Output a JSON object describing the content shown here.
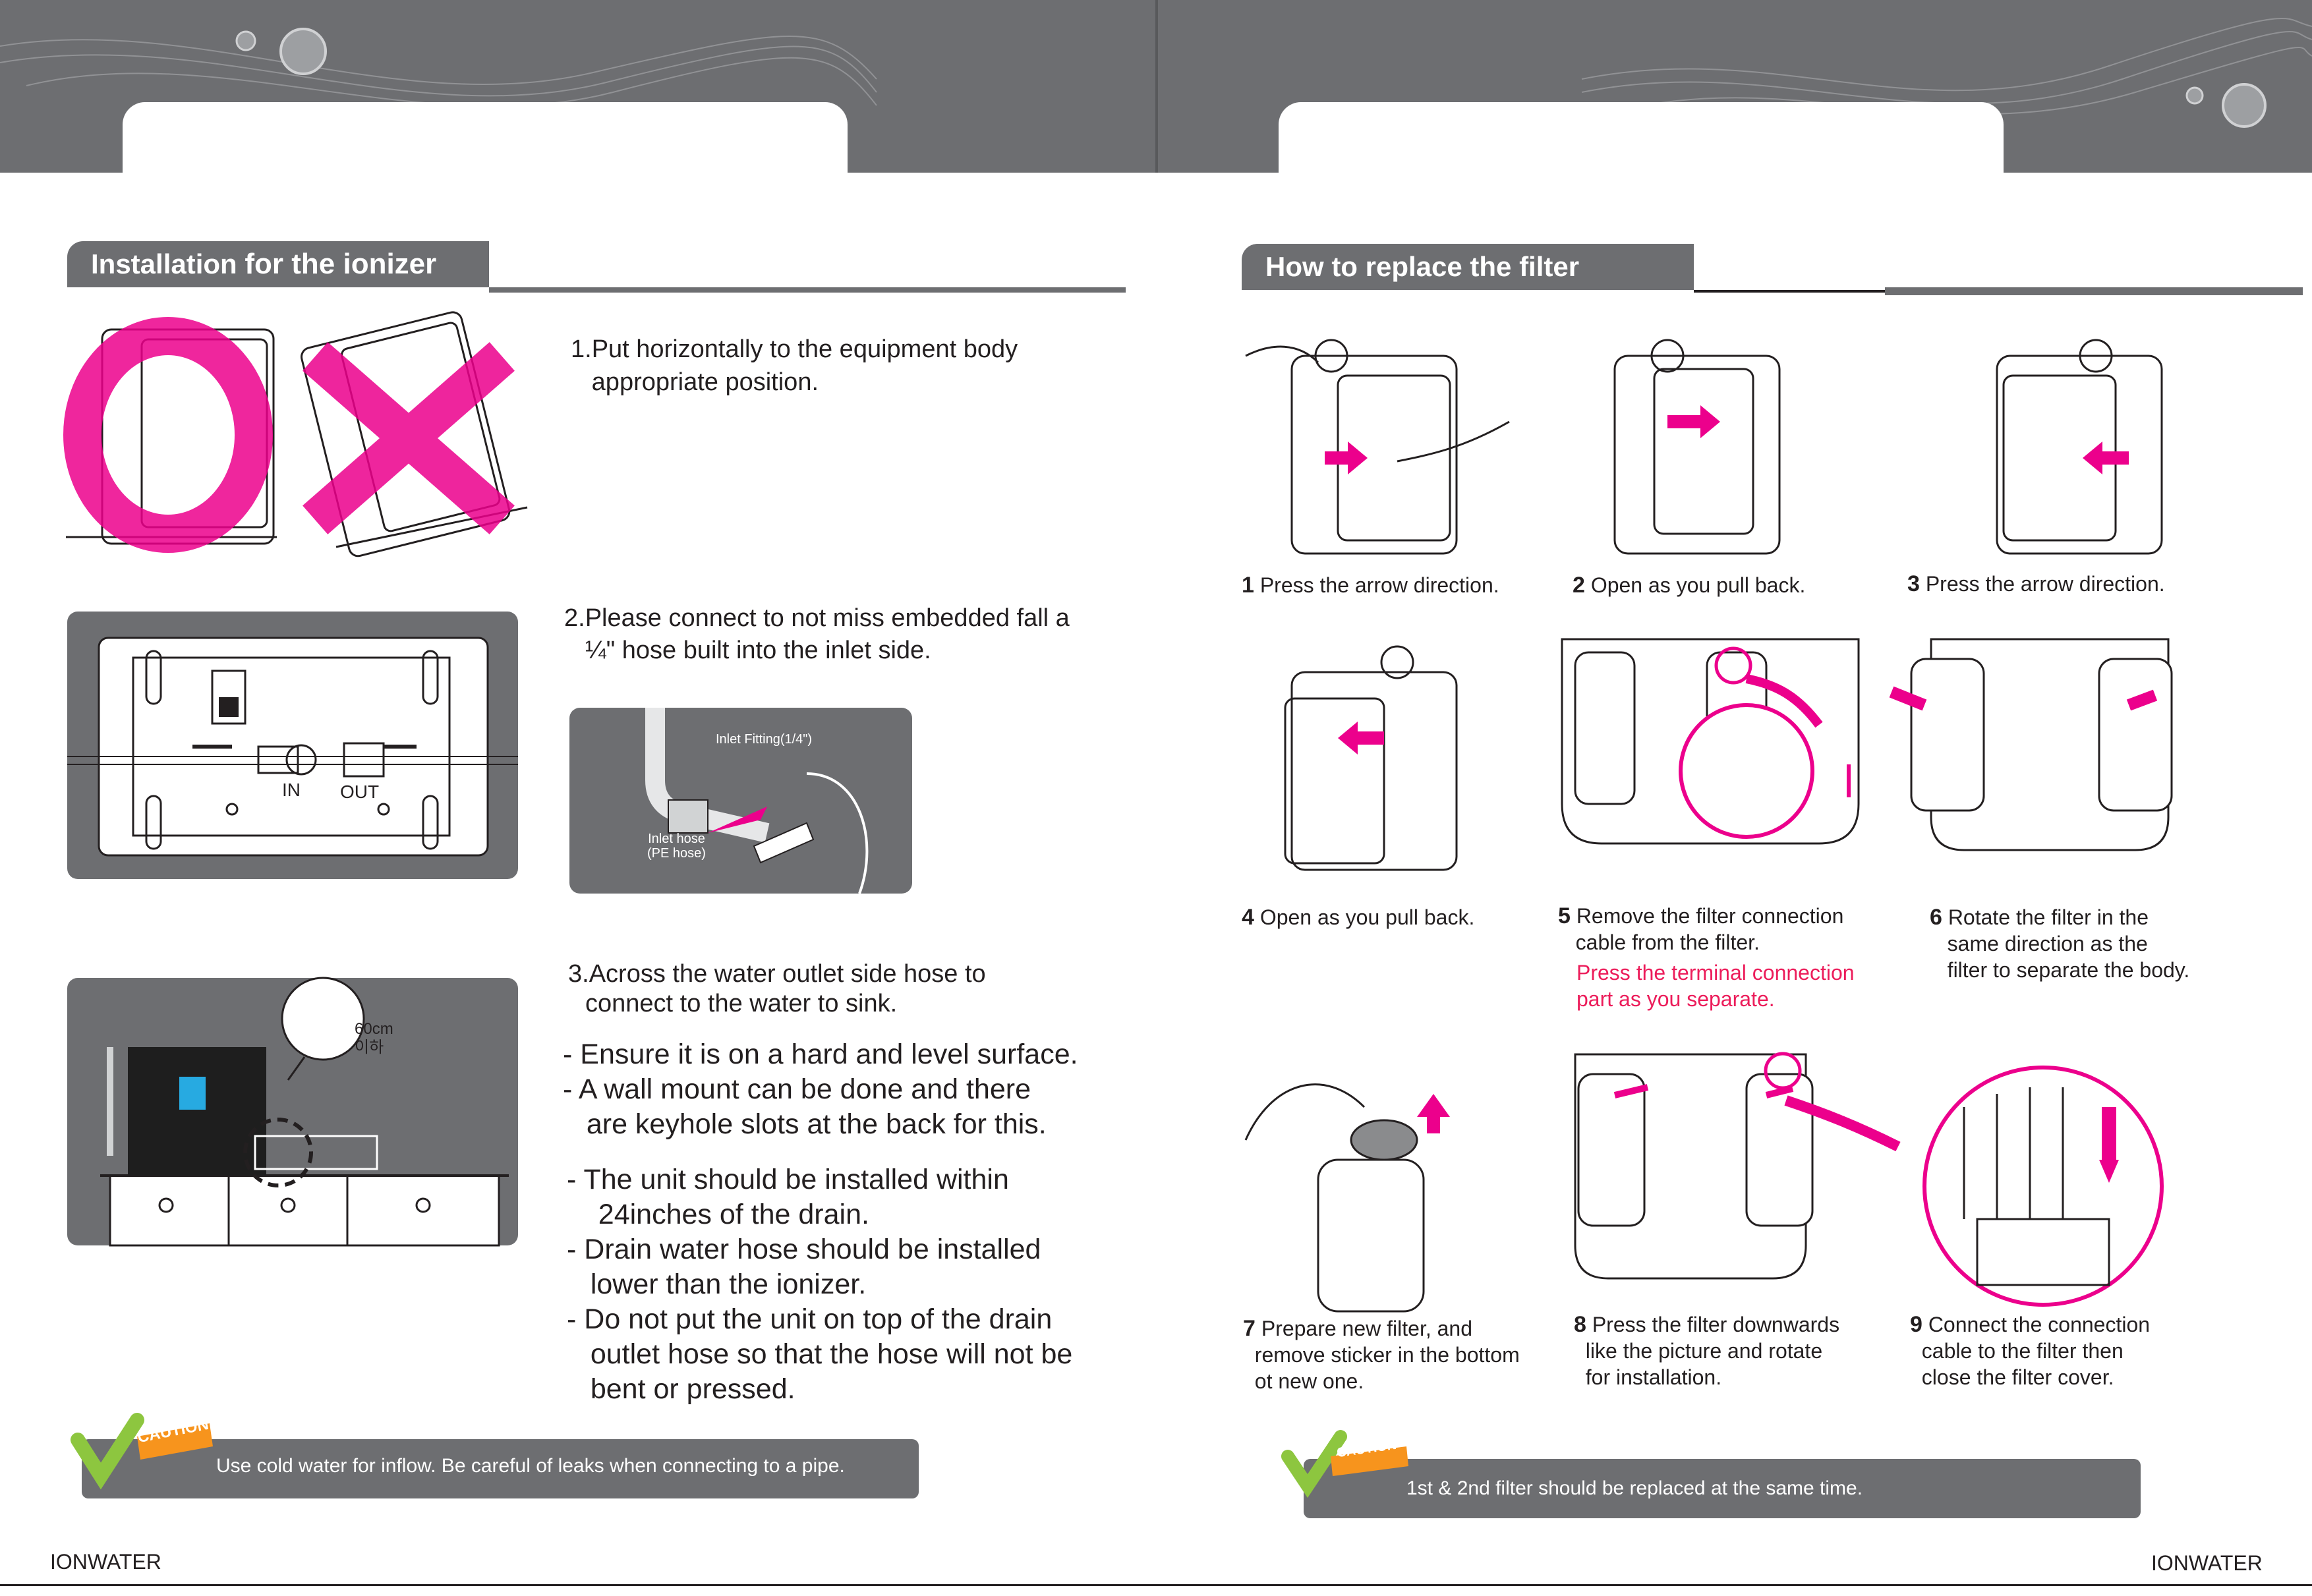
{
  "left": {
    "section_title_bold": "Installation",
    "section_title_rest": "for the ionizer",
    "step1": "1.Put horizontally to the equipment body\n   appropriate position.",
    "step2_line1": "2.Please connect to not miss embedded fall a",
    "step2_line2": "¼\" hose built into the inlet side.",
    "panel_in_label": "IN",
    "panel_out_label": "OUT",
    "inlet_fitting_label": "Inlet Fitting(1/4\")",
    "inlet_hose_label": "Inlet hose\n(PE hose)",
    "step3_line1": "3.Across the water outlet side hose to",
    "step3_line2": "connect to the water to sink.",
    "distance_label": "60cm\n이하",
    "bullets_a": "- Ensure it is on a hard and level surface.\n- A wall mount can be done and there\n   are keyhole slots at the back for this.",
    "bullets_b": "- The unit should be installed within\n    24inches of the drain.\n- Drain water hose should be installed\n   lower than the ionizer.\n- Do not put the unit on top of the drain\n   outlet hose so that the hose will not be\n   bent or pressed.",
    "caution_badge": "CAUTION",
    "caution_text": "Use cold water for inflow. Be careful of leaks when connecting to a pipe.",
    "footer": "IONWATER"
  },
  "right": {
    "section_title": "How to replace the filter",
    "steps": [
      {
        "num": "1",
        "text": "Press the arrow direction."
      },
      {
        "num": "2",
        "text": "Open as you pull back."
      },
      {
        "num": "3",
        "text": "Press the arrow direction."
      },
      {
        "num": "4",
        "text": "Open as you pull back."
      },
      {
        "num": "5",
        "text": "Remove the filter connection\n   cable from the filter.",
        "red": "Press the terminal connection\npart as you separate."
      },
      {
        "num": "6",
        "text": "Rotate the filter in the\n   same direction as the\n   filter to separate the body."
      },
      {
        "num": "7",
        "text": "Prepare new filter, and\n  remove sticker in the bottom\n  ot new one."
      },
      {
        "num": "8",
        "text": "Press the filter downwards\n  like the picture and rotate\n  for installation."
      },
      {
        "num": "9",
        "text": "Connect the connection\n  cable to the filter then\n  close the filter cover."
      }
    ],
    "caution_badge": "CAUTION",
    "caution_text": "1st & 2nd filter should be replaced at the same time.",
    "footer": "IONWATER"
  },
  "colors": {
    "banner_gray": "#6d6e71",
    "accent_magenta": "#ec008c",
    "note_red": "#ec1c5a",
    "check_green": "#8dc63f",
    "badge_orange": "#f7941d"
  }
}
